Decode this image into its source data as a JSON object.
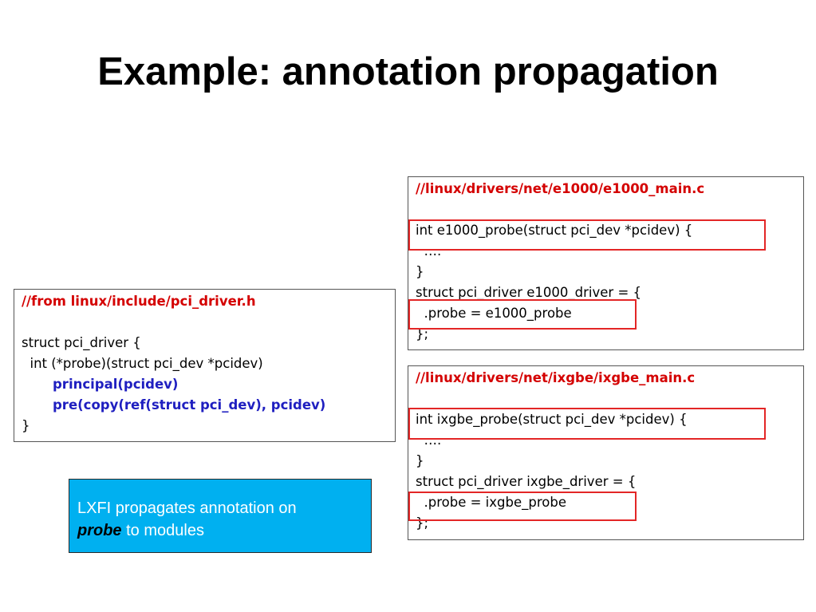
{
  "title": "Example: annotation propagation",
  "header_box": {
    "comment": "//from linux/include/pci_driver.h",
    "lines": [
      "struct pci_driver {",
      "  int (*probe)(struct pci_dev *pcidev)"
    ],
    "annotations": [
      "principal(pcidev)",
      "pre(copy(ref(struct pci_dev), pcidev)"
    ],
    "close": "}"
  },
  "e1000_box": {
    "comment": "//linux/drivers/net/e1000/e1000_main.c",
    "lines": [
      "int e1000_probe(struct pci_dev *pcidev) {",
      "  ….",
      "}",
      "struct pci_driver e1000_driver = {",
      "  .probe = e1000_probe",
      "};"
    ]
  },
  "ixgbe_box": {
    "comment": "//linux/drivers/net/ixgbe/ixgbe_main.c",
    "lines": [
      "int ixgbe_probe(struct pci_dev *pcidev) {",
      "  ….",
      "}",
      "struct pci_driver ixgbe_driver = {",
      "  .probe = ixgbe_probe",
      "};"
    ]
  },
  "note": {
    "line1": "LXFI propagates annotation on",
    "emphasis": "probe",
    "line2_rest": " to modules"
  },
  "colors": {
    "comment": "#d40000",
    "annotation": "#1f1fc0",
    "highlight": "#e32626",
    "note_background": "#00b0f0"
  }
}
